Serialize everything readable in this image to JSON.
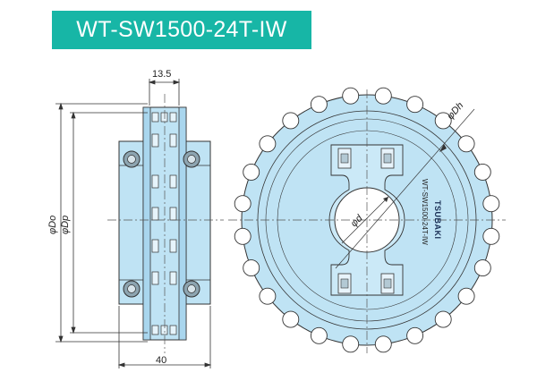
{
  "title": "WT-SW1500-24T-IW",
  "dimensions": {
    "width_top": "13.5",
    "width_bottom": "40",
    "outer_diameter": "φDo",
    "pitch_diameter": "φDp",
    "hub_diameter": "φDh",
    "bore_diameter": "φd"
  },
  "part_marking": "WT-SW1500-24T-IW",
  "brand_logo": "TSUBAKI",
  "colors": {
    "title_bg": "#17b6a6",
    "part_fill": "#bfe3f4",
    "part_fill_dark": "#9fcde6"
  }
}
